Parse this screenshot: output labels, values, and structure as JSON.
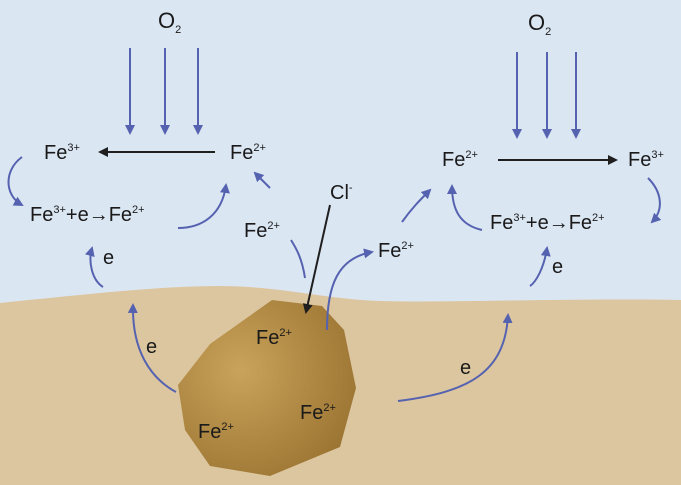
{
  "colors": {
    "water": "#dbe6f3",
    "sediment": "#dcc6a0",
    "particle": "#b98f43",
    "arrow_blue": "#5562b0",
    "arrow_black": "#1f1f1f",
    "text": "#1a1a1a"
  },
  "labels": {
    "o2": {
      "base": "O",
      "sub": "2"
    },
    "fe2": {
      "base": "Fe",
      "sup": "2+"
    },
    "fe3": {
      "base": "Fe",
      "sup": "3+"
    },
    "cl": {
      "base": "Cl",
      "sup": "-"
    },
    "electron": "e",
    "reduction": {
      "fe": "Fe",
      "sup3": "3+",
      "mid": "+e→",
      "fe2": "Fe",
      "sup2": "2+"
    }
  }
}
